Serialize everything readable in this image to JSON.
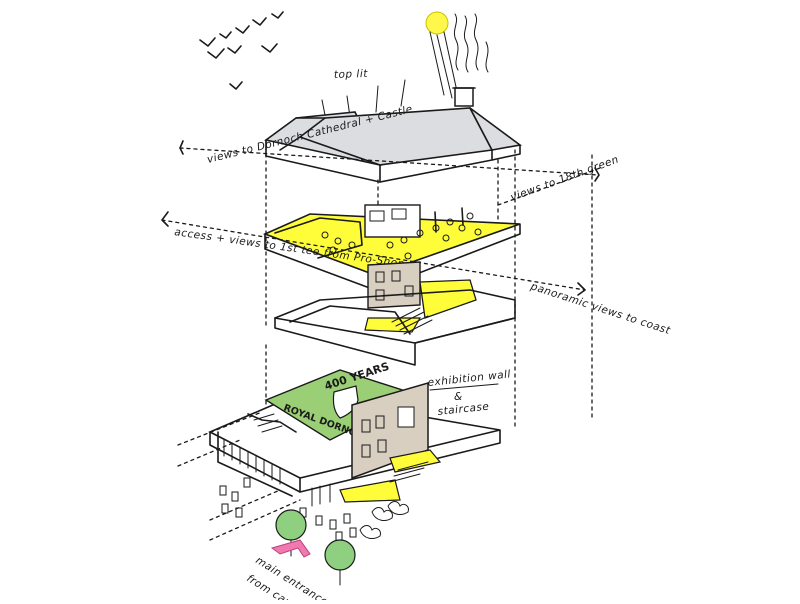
{
  "colors": {
    "yellow": "#fffd3a",
    "sun": "#fff84a",
    "green": "#9bcf76",
    "tree": "#8fcf80",
    "roof": "#dcdde0",
    "pink": "#f07ab0",
    "wall": "#d8cfc0",
    "ink": "#1a1a1a"
  },
  "labels": {
    "top_lit": "top lit",
    "views_cathedral": "views to Dornoch Cathedral + Castle",
    "views_green": "views to 18th green",
    "access_views": "access + views to 1st tee from Pro-Shop",
    "panoramic": "panoramic views to coast",
    "exhibition_wall": "exhibition wall",
    "exhibition_amp": "&",
    "staircase": "staircase",
    "main_entrance_1": "main entrance",
    "main_entrance_2": "from car park",
    "banner_years": "400 YEARS",
    "banner_name": "ROYAL DORNOCH"
  },
  "icons": {
    "sun": "sun-icon",
    "birds": "birds-icon",
    "tree": "tree-icon",
    "arrow": "entrance-arrow-icon"
  }
}
